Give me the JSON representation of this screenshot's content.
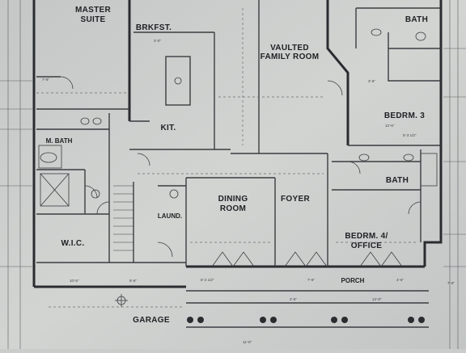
{
  "rooms": {
    "master_suite_1": "MASTER",
    "master_suite_2": "SUITE",
    "brkfst": "BRKFST.",
    "vaulted_1": "VAULTED",
    "vaulted_2": "FAMILY ROOM",
    "bath_top": "BATH",
    "bedrm3": "BEDRM. 3",
    "kit": "KIT.",
    "m_bath": "M. BATH",
    "bath_mid": "BATH",
    "dining_1": "DINING",
    "dining_2": "ROOM",
    "foyer": "FOYER",
    "laund": "LAUND.",
    "wic": "W.I.C.",
    "bedrm4_1": "BEDRM. 4/",
    "bedrm4_2": "OFFICE",
    "porch": "PORCH",
    "garage": "GARAGE"
  },
  "dimensions": {
    "d1": "10'-5\"",
    "d2": "3'-0\"",
    "d3": "8'-6\"",
    "d4": "4'-6\"",
    "d5": "7'-6\"",
    "d6": "12'-6\"",
    "d7": "6'-2 1/2\"",
    "d8": "3'-6\"",
    "d9": "5'-3 1/2\"",
    "d10": "7'-0\"",
    "d11": "12'-8\"",
    "d12": "2'-6\"",
    "d13": "7'-6\"",
    "d14": "11'-0\""
  }
}
